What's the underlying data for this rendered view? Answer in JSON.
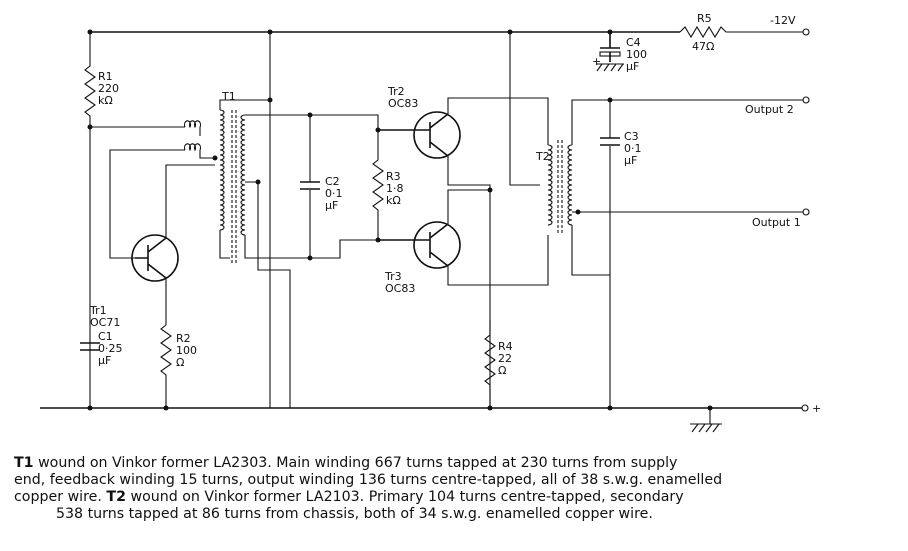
{
  "labels": {
    "r1": [
      "R1",
      "220",
      "kΩ"
    ],
    "r2": [
      "R2",
      "100",
      "Ω"
    ],
    "r3": [
      "R3",
      "1·8",
      "kΩ"
    ],
    "r4": [
      "R4",
      "22",
      "Ω"
    ],
    "r5": [
      "R5",
      "47Ω"
    ],
    "c1": [
      "C1",
      "0·25",
      "μF"
    ],
    "c2": [
      "C2",
      "0·1",
      "μF"
    ],
    "c3": [
      "C3",
      "0·1",
      "μF"
    ],
    "c4": [
      "C4",
      "100",
      "μF"
    ],
    "c4_plus": "+",
    "tr1": [
      "Tr1",
      "OC71"
    ],
    "tr2": [
      "Tr2",
      "OC83"
    ],
    "tr3": [
      "Tr3",
      "OC83"
    ],
    "t1": "T1",
    "t2": "T2",
    "supply": "-12V",
    "output2": "Output 2",
    "output1": "Output 1",
    "plus_terminal": "+"
  },
  "caption": {
    "t1_bold": "T1",
    "line1": " wound on Vinkor former LA2303. Main winding 667 turns tapped at 230 turns from supply",
    "line2": "end, feedback winding 15 turns, output winding 136 turns centre-tapped, all of 38 s.w.g. enamelled",
    "line3a": "copper wire. ",
    "t2_bold": "T2",
    "line3b": " wound on Vinkor former LA2103. Primary 104 turns centre-tapped, secondary",
    "line4": "538 turns tapped at 86 turns from chassis, both of 34 s.w.g. enamelled copper wire."
  }
}
